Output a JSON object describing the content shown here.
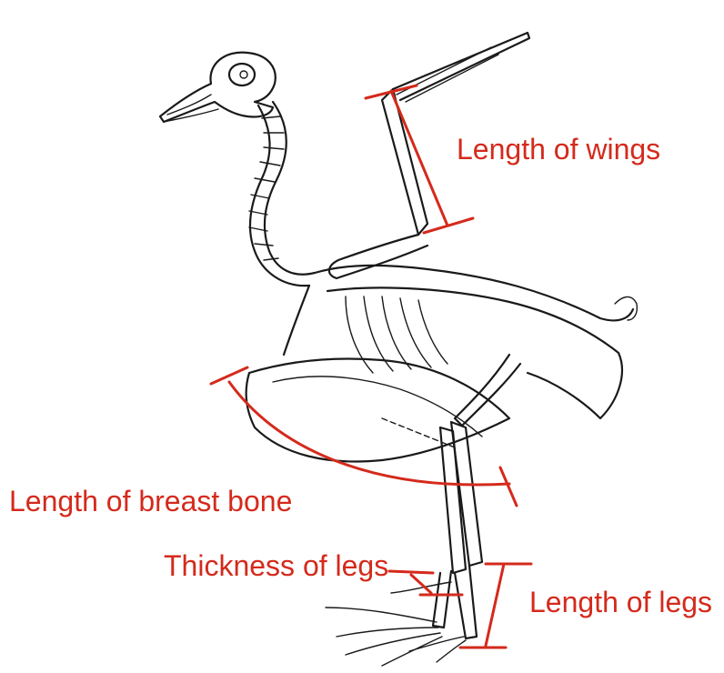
{
  "labels": {
    "wings": "Length of wings",
    "breast_bone": "Length of breast bone",
    "leg_thickness": "Thickness of legs",
    "leg_length": "Length of legs"
  },
  "colors": {
    "annotation": "#d42a1c",
    "line_art": "#1a1a1a",
    "background": "#ffffff"
  }
}
